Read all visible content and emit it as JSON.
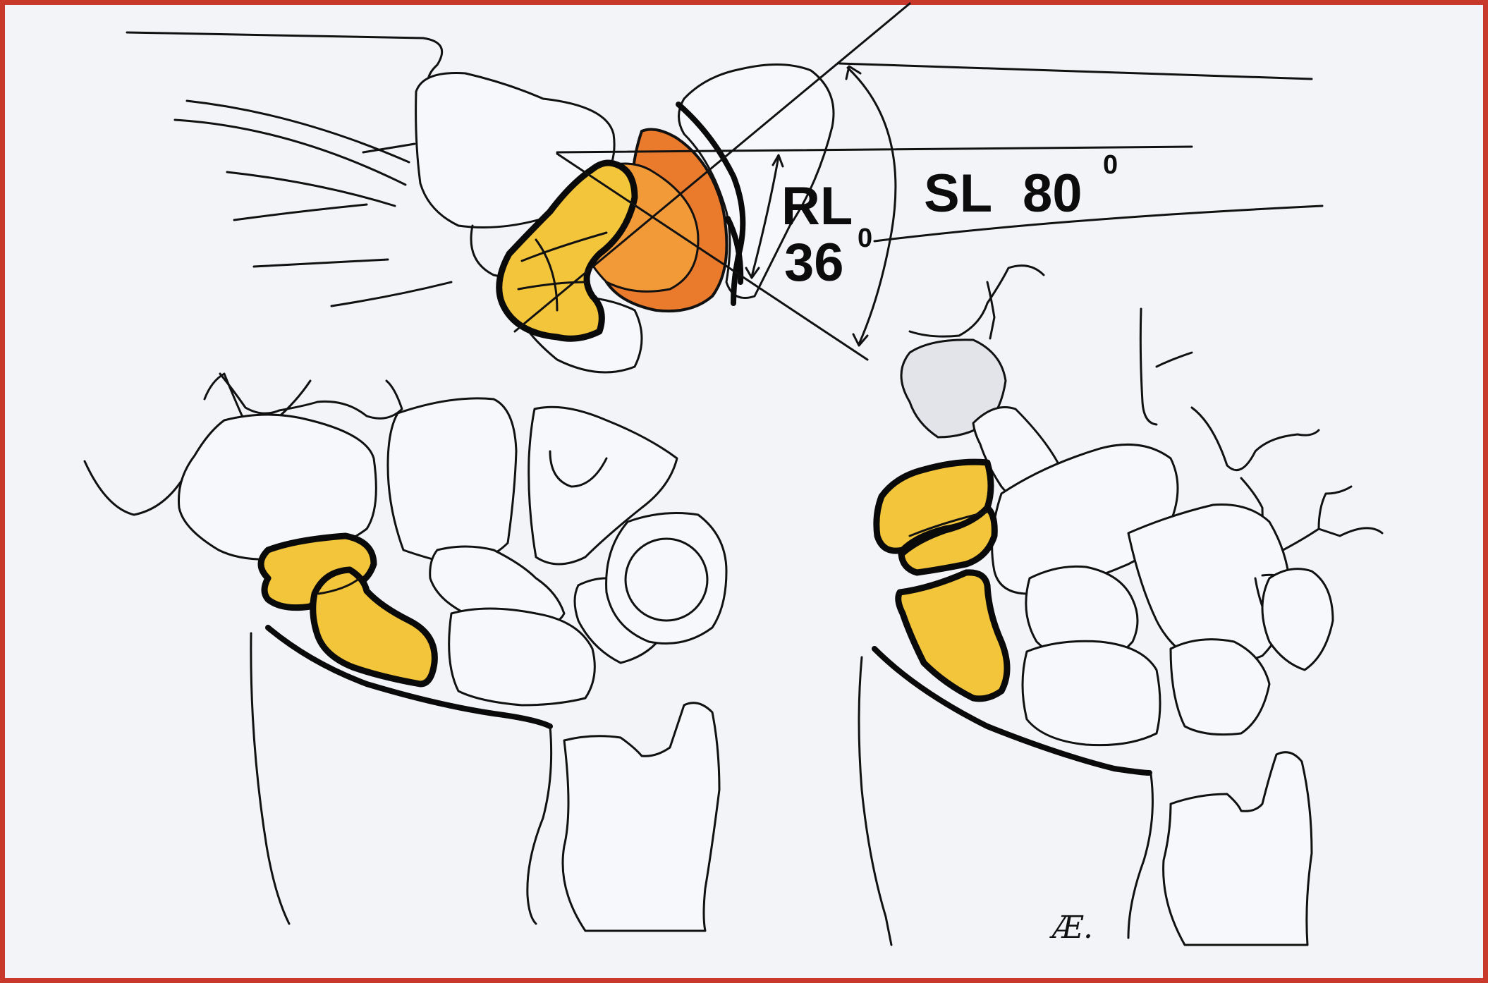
{
  "labels": {
    "rl_abbrev": "RL",
    "rl_value": "36",
    "rl_unit": "0",
    "sl_abbrev": "SL",
    "sl_value": "80",
    "sl_unit": "0",
    "signature": "Æ."
  },
  "colors": {
    "frame_border": "#c8392b",
    "background": "#f2f4f8",
    "scaphoid_yellow": "#f3c53a",
    "lunate_orange": "#ea7a2c"
  }
}
